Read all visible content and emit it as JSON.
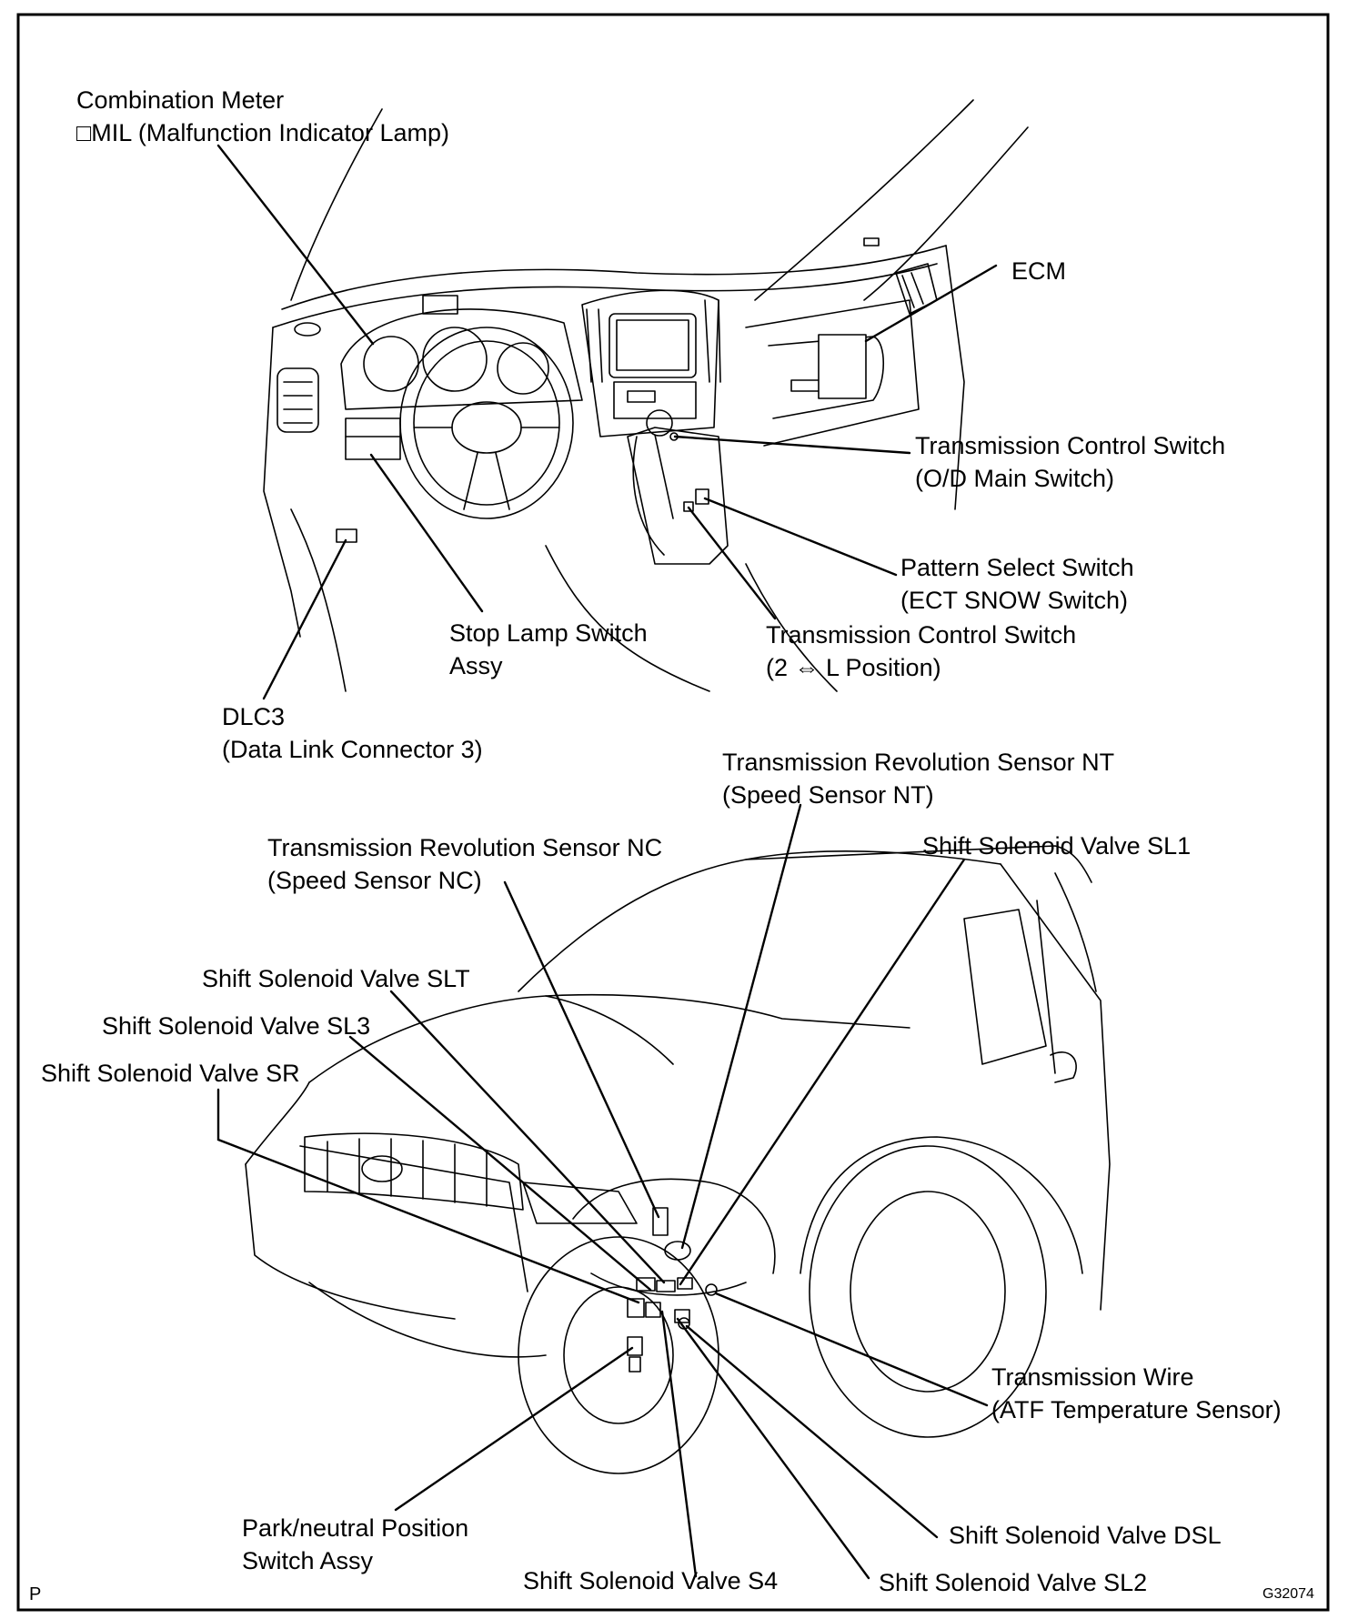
{
  "figure_code": "G32074",
  "page_marker": "P",
  "labels": {
    "combination_meter": [
      "Combination Meter",
      "□MIL (Malfunction Indicator Lamp)"
    ],
    "ecm": [
      "ECM"
    ],
    "tcs_od": [
      "Transmission Control Switch",
      "(O/D Main Switch)"
    ],
    "pattern_select": [
      "Pattern Select Switch",
      "(ECT SNOW Switch)"
    ],
    "tcs_2l": [
      "Transmission Control Switch",
      "(2 ⇔ L Position)"
    ],
    "stop_lamp": [
      "Stop Lamp Switch",
      "Assy"
    ],
    "dlc3": [
      "DLC3",
      "(Data Link Connector 3)"
    ],
    "rev_nt": [
      "Transmission Revolution Sensor NT",
      "(Speed Sensor NT)"
    ],
    "rev_nc": [
      "Transmission Revolution Sensor NC",
      "(Speed Sensor NC)"
    ],
    "sl1": [
      "Shift Solenoid Valve SL1"
    ],
    "slt": [
      "Shift Solenoid Valve SLT"
    ],
    "sl3": [
      "Shift Solenoid Valve SL3"
    ],
    "sr": [
      "Shift Solenoid Valve SR"
    ],
    "trans_wire": [
      "Transmission Wire",
      "(ATF Temperature Sensor)"
    ],
    "pnp": [
      "Park/neutral Position",
      "Switch Assy"
    ],
    "dsl": [
      "Shift Solenoid Valve DSL"
    ],
    "s4": [
      "Shift Solenoid Valve S4"
    ],
    "sl2": [
      "Shift Solenoid Valve SL2"
    ]
  }
}
